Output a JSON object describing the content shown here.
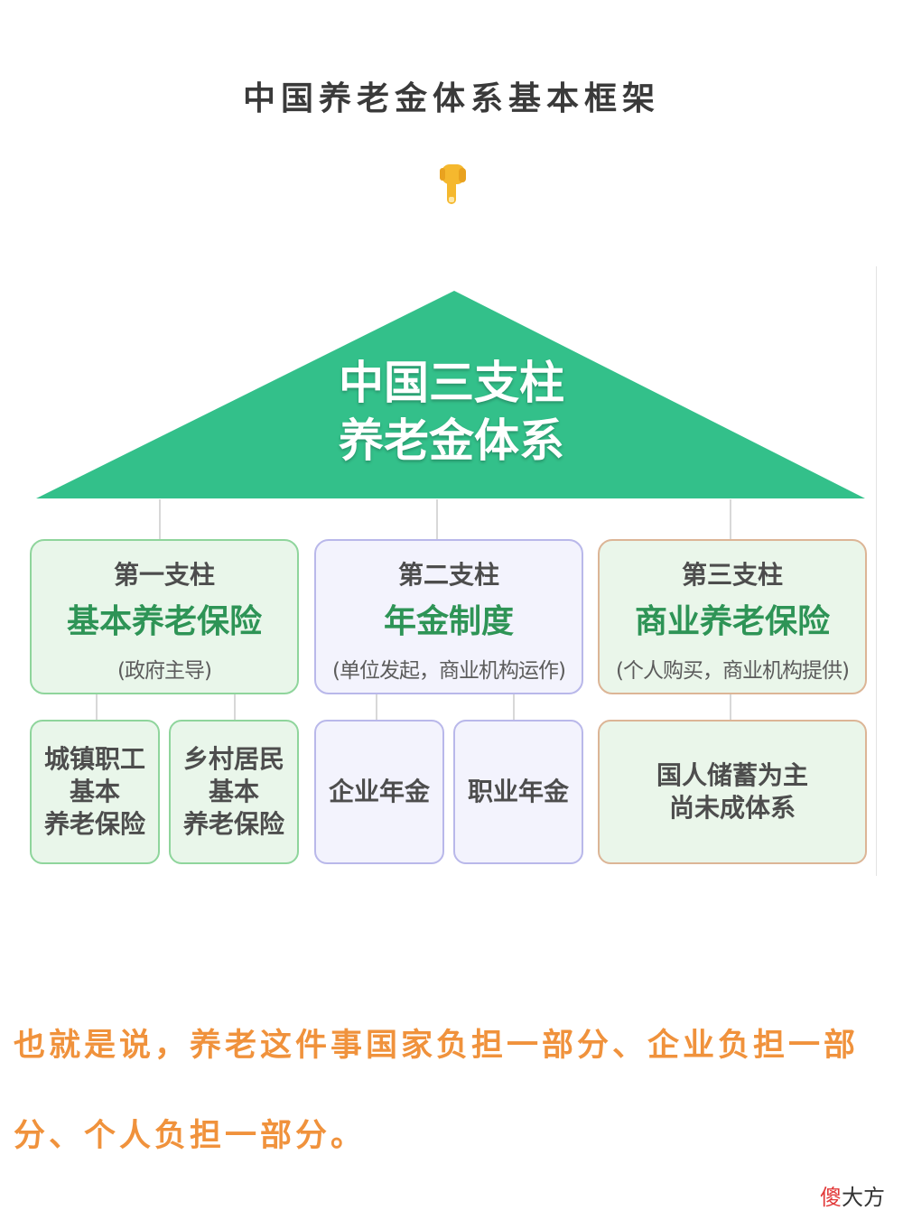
{
  "title": "中国养老金体系基本框架",
  "pointer_icon": "backhand-index-pointing-down-icon",
  "roof": {
    "line1": "中国三支柱",
    "line2": "养老金体系",
    "color": "#33c08a"
  },
  "pillars": [
    {
      "head": "第一支柱",
      "name": "基本养老保险",
      "note": "(政府主导)",
      "subs": [
        "城镇职工\n基本\n养老保险",
        "乡村居民\n基本\n养老保险"
      ]
    },
    {
      "head": "第二支柱",
      "name": "年金制度",
      "note": "(单位发起，商业机构运作)",
      "subs": [
        "企业年金",
        "职业年金"
      ]
    },
    {
      "head": "第三支柱",
      "name": "商业养老保险",
      "note": "(个人购买，商业机构提供)",
      "subs": [
        "国人储蓄为主\n尚未成体系"
      ]
    }
  ],
  "summary": "也就是说，养老这件事国家负担一部分、企业负担一部分、个人负担一部分。",
  "brand": {
    "accent": "傻",
    "rest": "大方"
  },
  "colors": {
    "green_border": "#8fd59c",
    "purple_border": "#b9b8ea",
    "tan_border": "#dcb596",
    "pillar_name": "#2e9456",
    "summary_text": "#f0923c"
  }
}
